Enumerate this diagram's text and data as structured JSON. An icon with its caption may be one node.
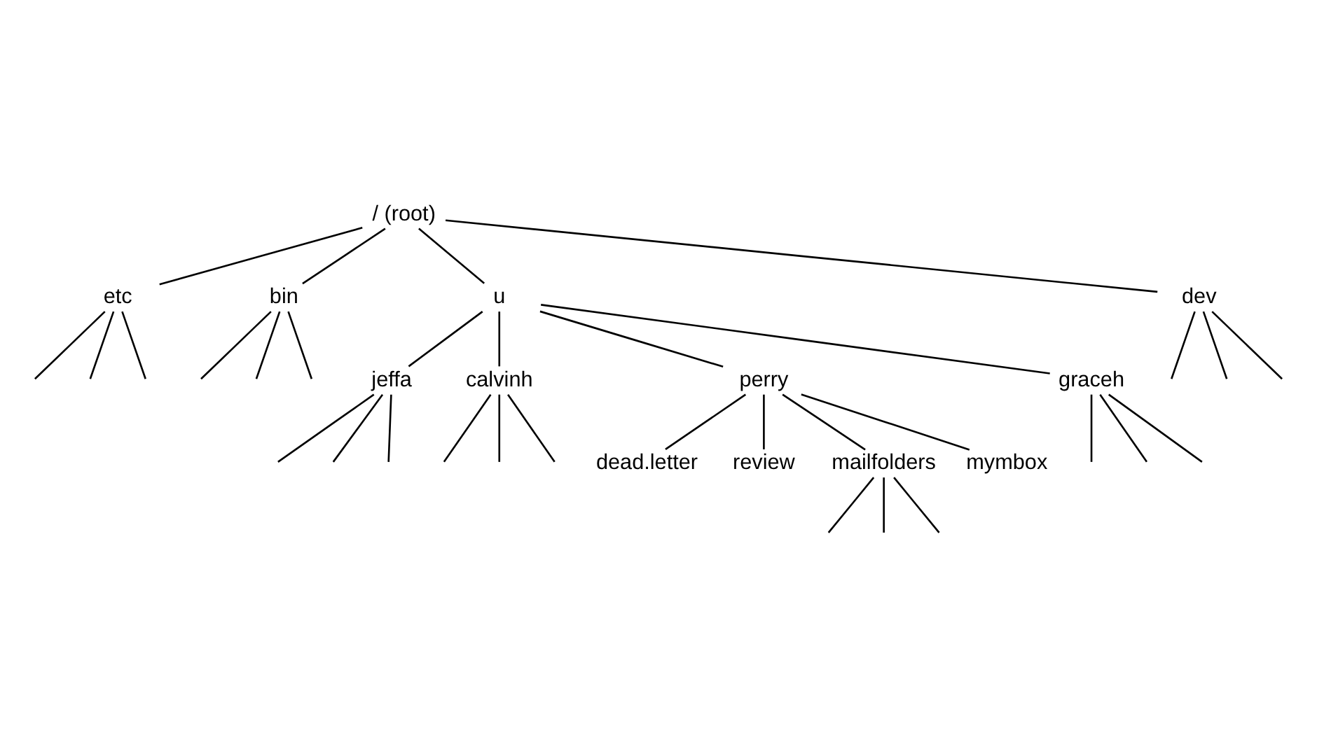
{
  "diagram": {
    "nodes": [
      {
        "text": [
          "/ (root)"
        ]
      },
      {
        "text": [
          "etc"
        ]
      },
      {
        "text": [
          "bin"
        ]
      },
      {
        "text": [
          "u"
        ]
      },
      {
        "text": [
          "dev"
        ]
      },
      {
        "text": [
          "jeffa"
        ]
      },
      {
        "text": [
          "calvinh"
        ]
      },
      {
        "text": [
          "perry"
        ]
      },
      {
        "text": [
          "graceh"
        ]
      },
      {
        "text": [
          "dead.letter"
        ]
      },
      {
        "text": [
          "review"
        ]
      },
      {
        "text": [
          "mailfolders"
        ]
      },
      {
        "text": [
          "mymbox"
        ]
      }
    ],
    "edges": [
      {
        "from": 0,
        "to": 1,
        "arrow": "none"
      },
      {
        "from": 0,
        "to": 2,
        "arrow": "none"
      },
      {
        "from": 0,
        "to": 3,
        "arrow": "none"
      },
      {
        "from": 0,
        "to": 4,
        "arrow": "none"
      },
      {
        "from": 1,
        "to": null,
        "arrow": "none"
      },
      {
        "from": 1,
        "to": null,
        "arrow": "none"
      },
      {
        "from": 1,
        "to": null,
        "arrow": "none"
      },
      {
        "from": 2,
        "to": null,
        "arrow": "none"
      },
      {
        "from": 2,
        "to": null,
        "arrow": "none"
      },
      {
        "from": 2,
        "to": null,
        "arrow": "none"
      },
      {
        "from": 4,
        "to": null,
        "arrow": "none"
      },
      {
        "from": 4,
        "to": null,
        "arrow": "none"
      },
      {
        "from": 4,
        "to": null,
        "arrow": "none"
      },
      {
        "from": 3,
        "to": 5,
        "arrow": "none"
      },
      {
        "from": 3,
        "to": 6,
        "arrow": "none"
      },
      {
        "from": 3,
        "to": 7,
        "arrow": "none"
      },
      {
        "from": 3,
        "to": 8,
        "arrow": "none"
      },
      {
        "from": 5,
        "to": null,
        "arrow": "none"
      },
      {
        "from": 5,
        "to": null,
        "arrow": "none"
      },
      {
        "from": 5,
        "to": null,
        "arrow": "none"
      },
      {
        "from": 6,
        "to": null,
        "arrow": "none"
      },
      {
        "from": 6,
        "to": null,
        "arrow": "none"
      },
      {
        "from": 6,
        "to": null,
        "arrow": "none"
      },
      {
        "from": 8,
        "to": null,
        "arrow": "none"
      },
      {
        "from": 8,
        "to": null,
        "arrow": "none"
      },
      {
        "from": 8,
        "to": null,
        "arrow": "none"
      },
      {
        "from": 7,
        "to": 9,
        "arrow": "none"
      },
      {
        "from": 7,
        "to": 10,
        "arrow": "none"
      },
      {
        "from": 7,
        "to": 11,
        "arrow": "none"
      },
      {
        "from": 7,
        "to": 12,
        "arrow": "none"
      },
      {
        "from": 11,
        "to": null,
        "arrow": "none"
      },
      {
        "from": 11,
        "to": null,
        "arrow": "none"
      },
      {
        "from": 11,
        "to": null,
        "arrow": "none"
      }
    ]
  }
}
